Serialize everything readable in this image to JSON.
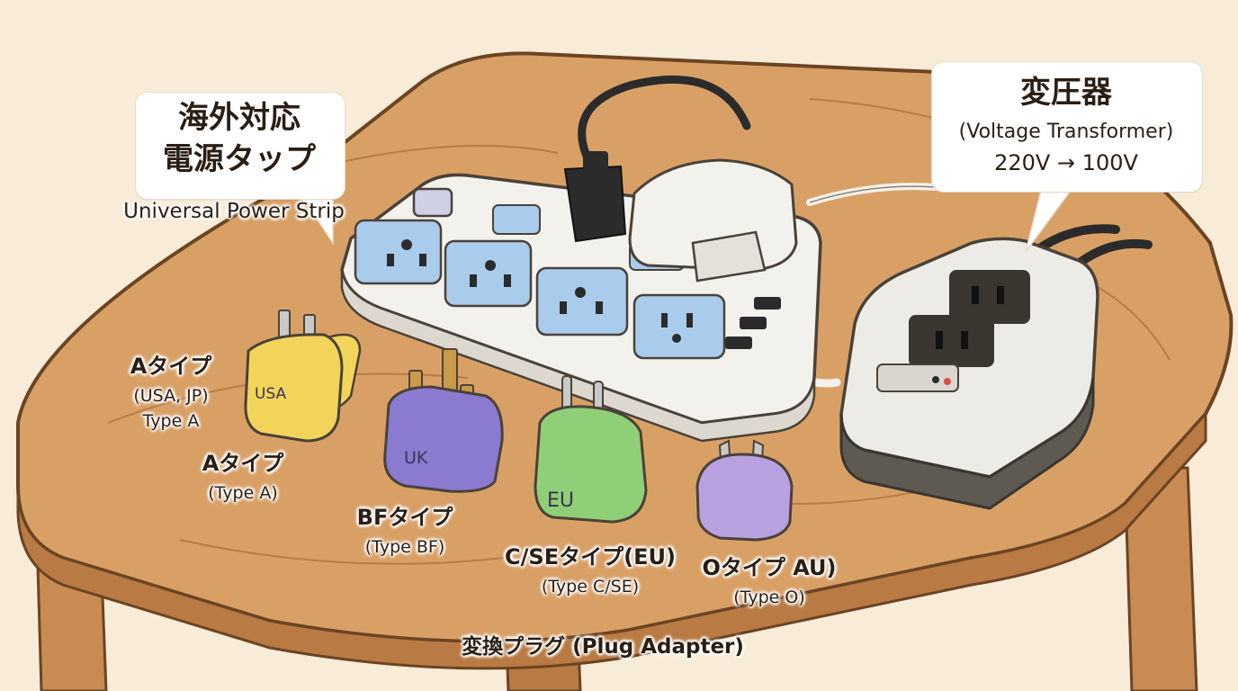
{
  "power_strip": {
    "title_line1": "海外対応",
    "title_line2": "電源タップ",
    "subtitle": "Universal Power Strip"
  },
  "transformer": {
    "title": "変圧器",
    "subtitle": "(Voltage Transformer)",
    "rating": "220V → 100V"
  },
  "plugs": {
    "usa": {
      "mark": "USA",
      "label": "Aタイプ",
      "line2": "(USA, JP)",
      "line3": "Type A"
    },
    "a2": {
      "label": "Aタイプ",
      "line2": "(Type A)"
    },
    "uk": {
      "mark": "UK",
      "label": "BFタイプ",
      "line2": "(Type BF)"
    },
    "eu": {
      "mark": "EU",
      "label": "C/SEタイプ(EU)",
      "line2": "(Type C/SE)"
    },
    "au": {
      "label": "Oタイプ AU)",
      "line2": "(Type O)"
    }
  },
  "footer": {
    "label": "変換プラグ (Plug Adapter)"
  },
  "colors": {
    "table": "#d9a066",
    "table_dark": "#b97a44",
    "strip": "#f3f1ec",
    "socket": "#a9cbec",
    "usa_plug": "#f2d45a",
    "uk_plug": "#8a7ad0",
    "eu_plug": "#8fcf78",
    "au_plug": "#b9a1e0",
    "transformer": "#ecebe6",
    "background": "#f8ecd8"
  }
}
